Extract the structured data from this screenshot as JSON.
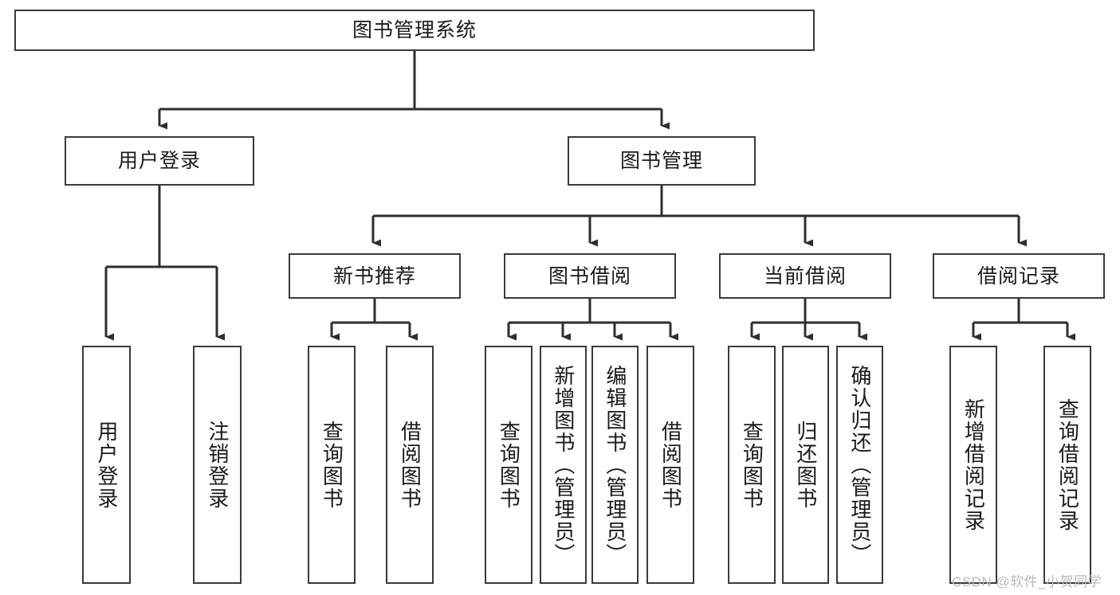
{
  "diagram": {
    "title": "图书管理系统",
    "type": "tree-hierarchy-diagram",
    "colors": {
      "stroke": "#3a3a3a",
      "fill": "#ffffff",
      "text": "#1a1a1a",
      "watermark": "#b9b9b9"
    },
    "root": {
      "label": "图书管理系统"
    },
    "level1": [
      {
        "label": "用户登录"
      },
      {
        "label": "图书管理"
      }
    ],
    "level2": [
      {
        "label": "新书推荐"
      },
      {
        "label": "图书借阅"
      },
      {
        "label": "当前借阅"
      },
      {
        "label": "借阅记录"
      }
    ],
    "leaves": {
      "user_login": [
        {
          "label": "用户登录"
        },
        {
          "label": "注销登录"
        }
      ],
      "new_book_recommend": [
        {
          "label": "查询图书"
        },
        {
          "label": "借阅图书"
        }
      ],
      "book_borrow": [
        {
          "label": "查询图书"
        },
        {
          "label": "新增图书（管理员）"
        },
        {
          "label": "编辑图书（管理员）"
        },
        {
          "label": "借阅图书"
        }
      ],
      "current_borrow": [
        {
          "label": "查询图书"
        },
        {
          "label": "归还图书"
        },
        {
          "label": "确认归还（管理员）"
        }
      ],
      "borrow_record": [
        {
          "label": "新增借阅记录"
        },
        {
          "label": "查询借阅记录"
        }
      ]
    }
  },
  "watermark": {
    "text": "CSDN @软件_小贺同学"
  }
}
